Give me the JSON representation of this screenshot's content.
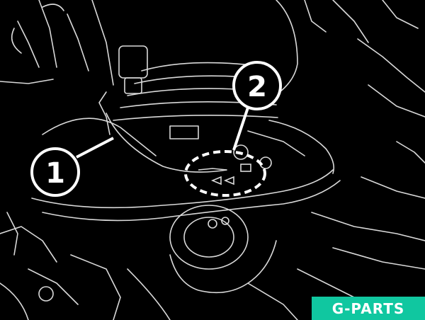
{
  "callouts": [
    {
      "number": "1"
    },
    {
      "number": "2"
    }
  ],
  "brand": {
    "label": "G-PARTS",
    "color": "#10c7a0"
  },
  "colors": {
    "background": "#000000",
    "lines": "#d9d9d9"
  }
}
